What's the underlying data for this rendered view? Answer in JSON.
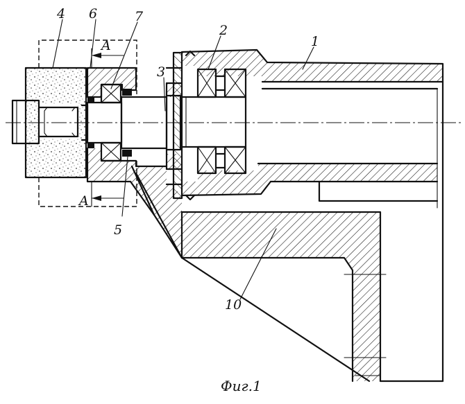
{
  "labels": {
    "l1": "1",
    "l2": "2",
    "l3": "3",
    "l4": "4",
    "l5": "5",
    "l6": "6",
    "l7": "7",
    "l10": "10",
    "section_top": "A",
    "section_bottom": "A"
  },
  "caption": "Фиг.1"
}
